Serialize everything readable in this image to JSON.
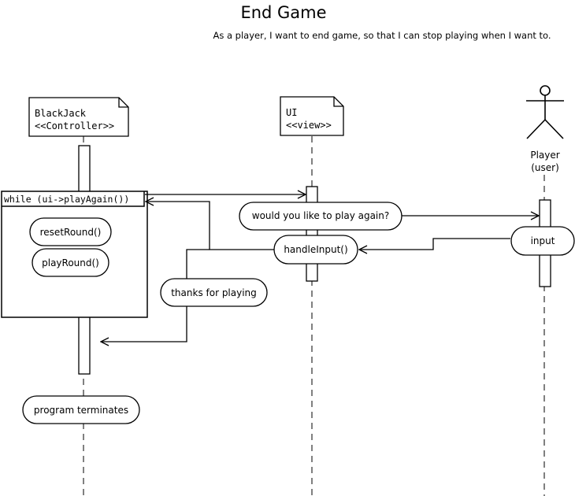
{
  "title": "End Game",
  "subtitle": "As a player, I want to end game, so that I can stop playing when I want to.",
  "participants": {
    "controller": {
      "name": "BlackJack",
      "stereotype": "<<Controller>>"
    },
    "view": {
      "name": "UI",
      "stereotype": "<<view>>"
    },
    "actor": {
      "name": "Player",
      "role": "(user)"
    }
  },
  "loop": {
    "condition": "while (ui->playAgain())"
  },
  "actions": {
    "reset_round": "resetRound()",
    "play_round": "playRound()",
    "ask_again": "would you like to play again?",
    "input": "input",
    "handle_input": "handleInput()",
    "thanks": "thanks for playing",
    "terminates": "program terminates"
  },
  "colors": {
    "stroke": "#000000",
    "fill": "#ffffff"
  }
}
